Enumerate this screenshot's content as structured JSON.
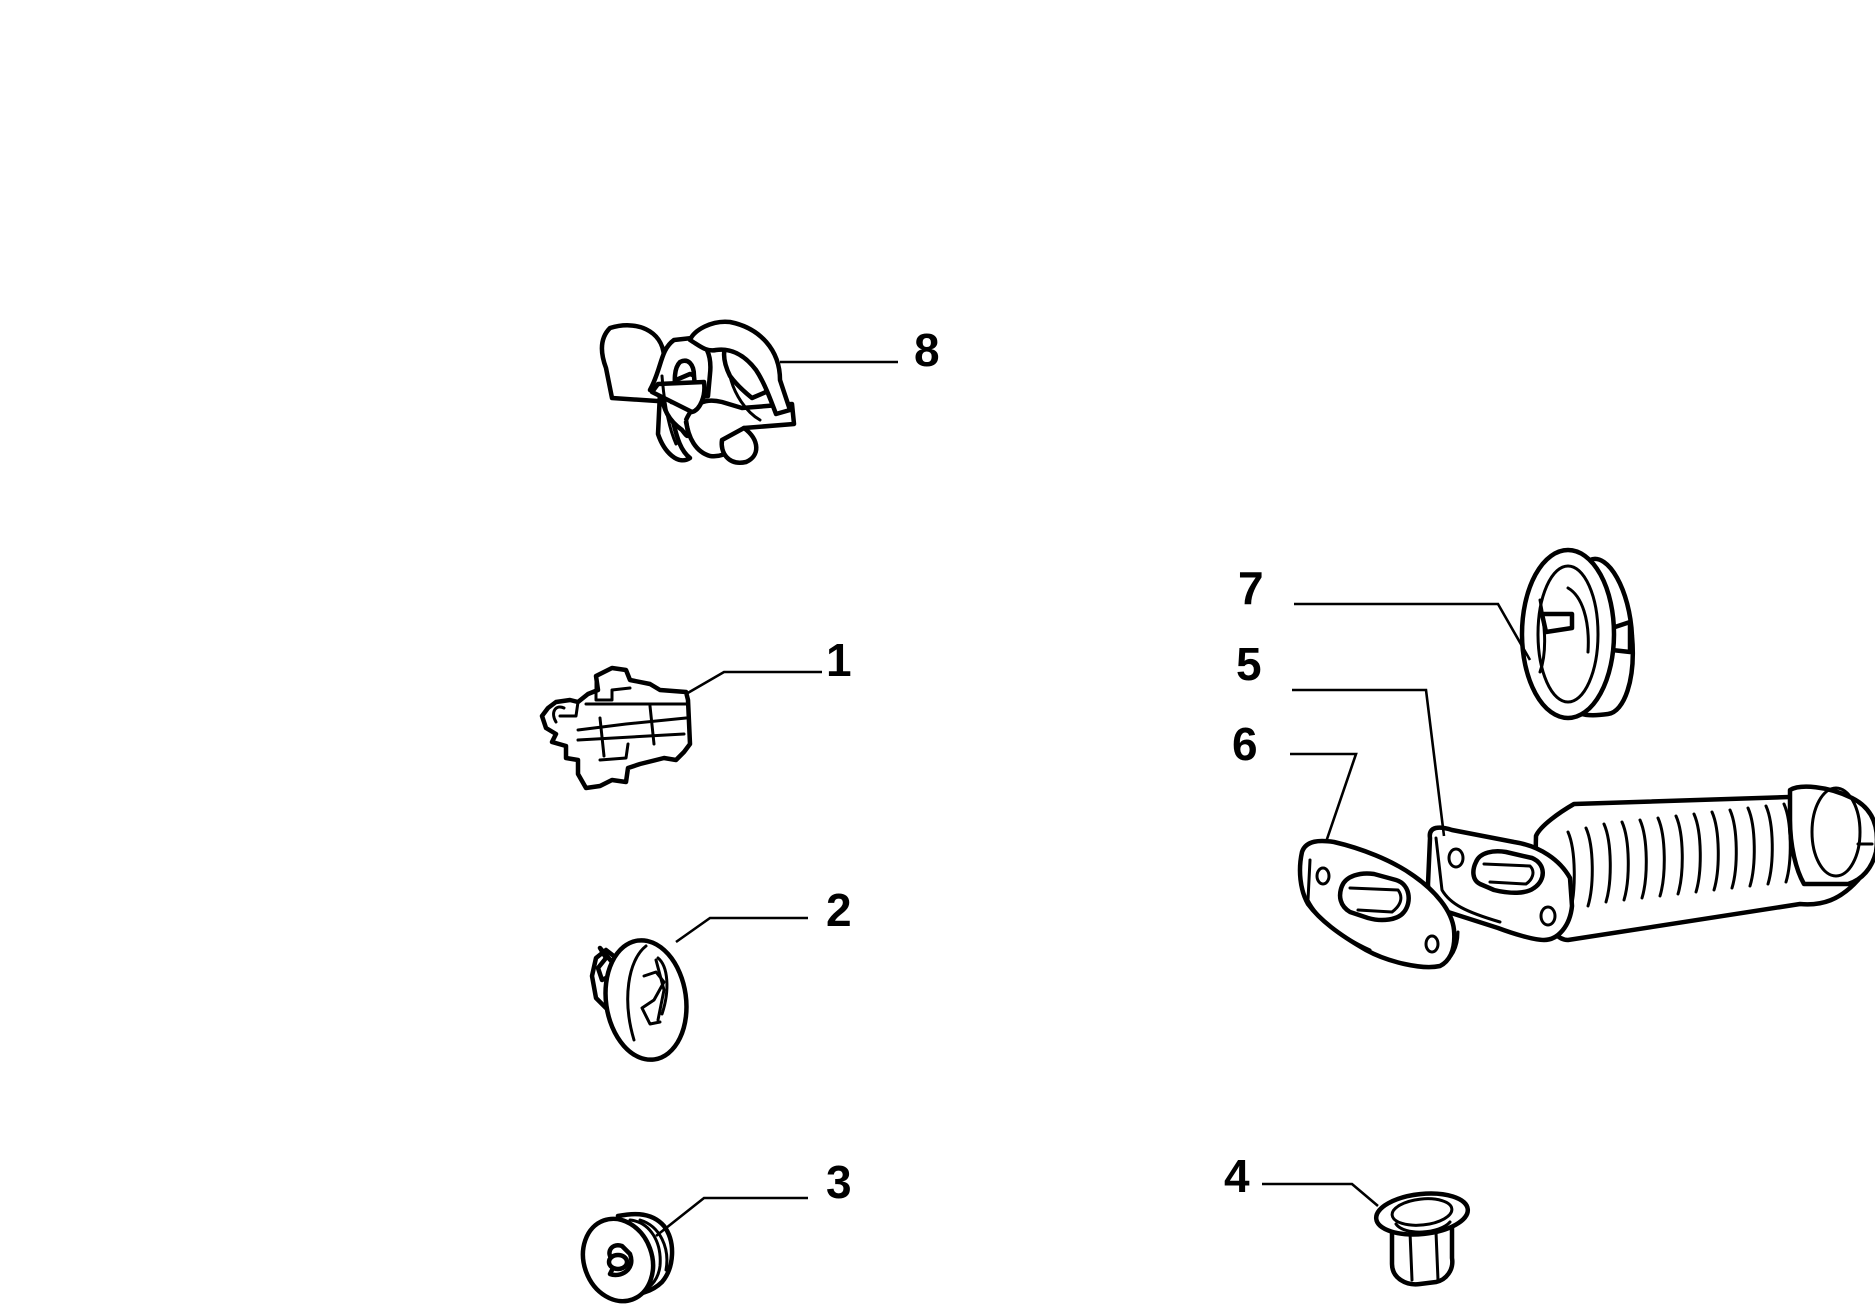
{
  "colors": {
    "background": "#ffffff",
    "line": "#000000"
  },
  "callouts": [
    {
      "id": "1",
      "label": "1"
    },
    {
      "id": "2",
      "label": "2"
    },
    {
      "id": "3",
      "label": "3"
    },
    {
      "id": "4",
      "label": "4"
    },
    {
      "id": "5",
      "label": "5"
    },
    {
      "id": "6",
      "label": "6"
    },
    {
      "id": "7",
      "label": "7"
    },
    {
      "id": "8",
      "label": "8"
    }
  ]
}
